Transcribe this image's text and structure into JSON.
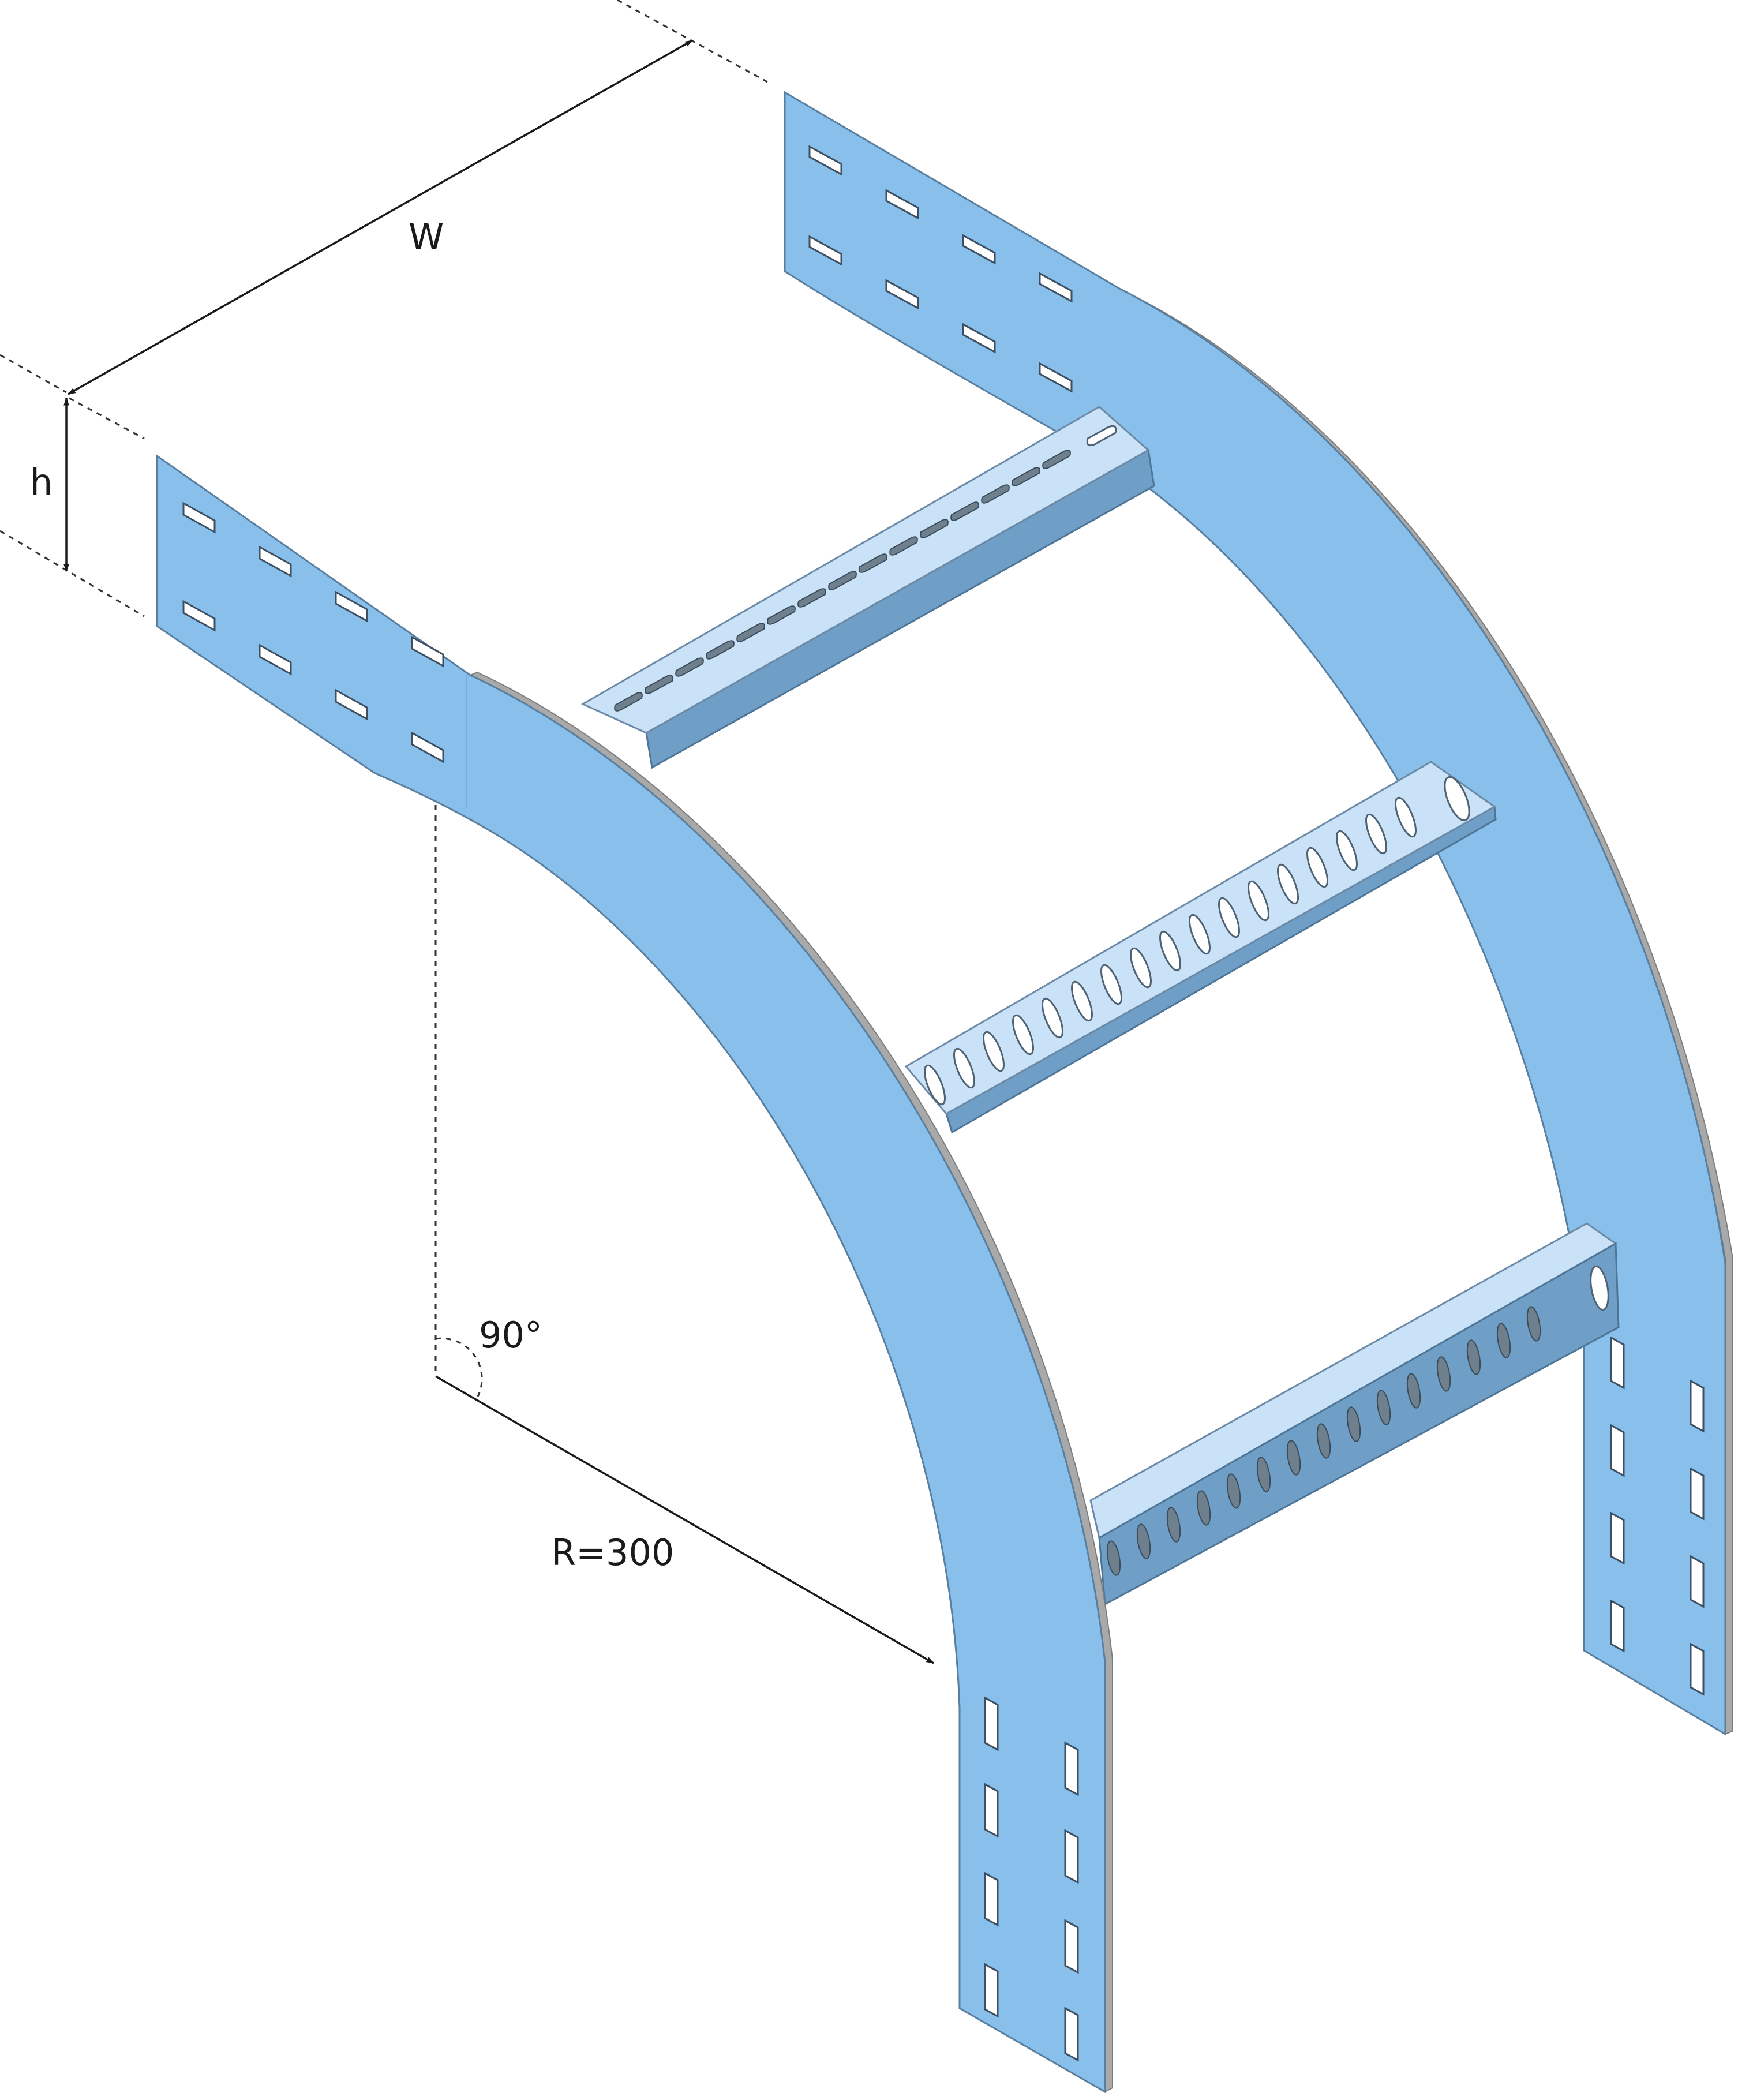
{
  "labels": {
    "width": "W",
    "height": "h",
    "angle": "90°",
    "radius": "R=300"
  },
  "colors": {
    "rail": "#88c0eb",
    "rung_top": "#c9e2f8",
    "rung_side": "#6f9fc6"
  }
}
